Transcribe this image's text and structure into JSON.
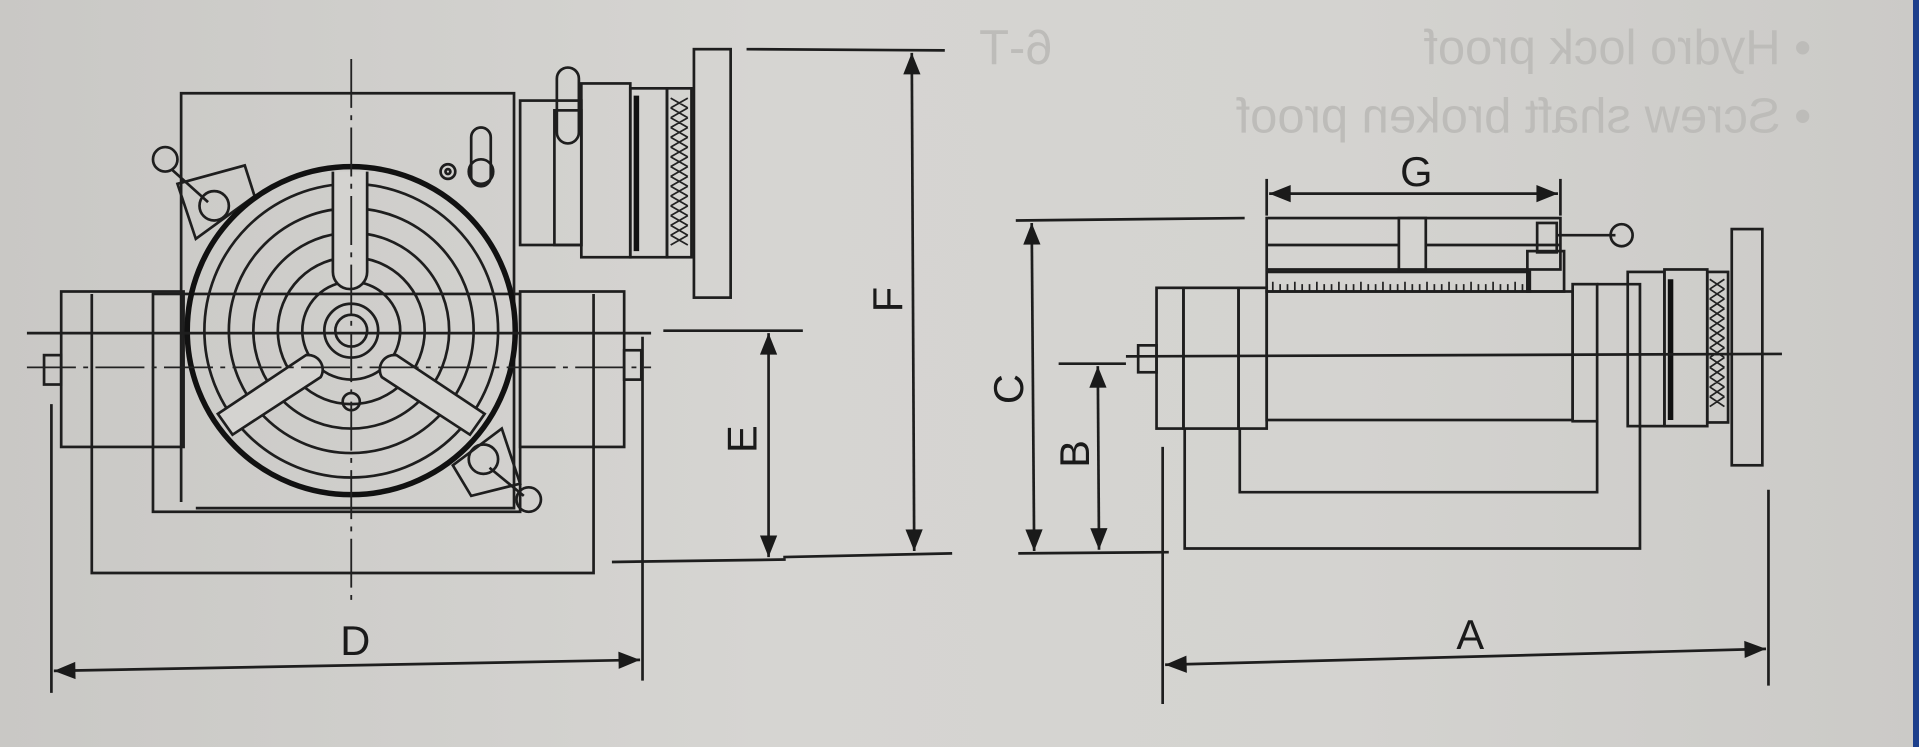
{
  "drawing": {
    "labels": {
      "A": "A",
      "B": "B",
      "C": "C",
      "D": "D",
      "E": "E",
      "F": "F",
      "G": "G"
    },
    "bleed_through_text": [
      "• Hydro lock proof",
      "• Screw shaft broken proof",
      "6-T"
    ]
  },
  "colors": {
    "paper": "#d4d3d0",
    "ink": "#1e1e1e",
    "edge": "#1c3f8c"
  }
}
